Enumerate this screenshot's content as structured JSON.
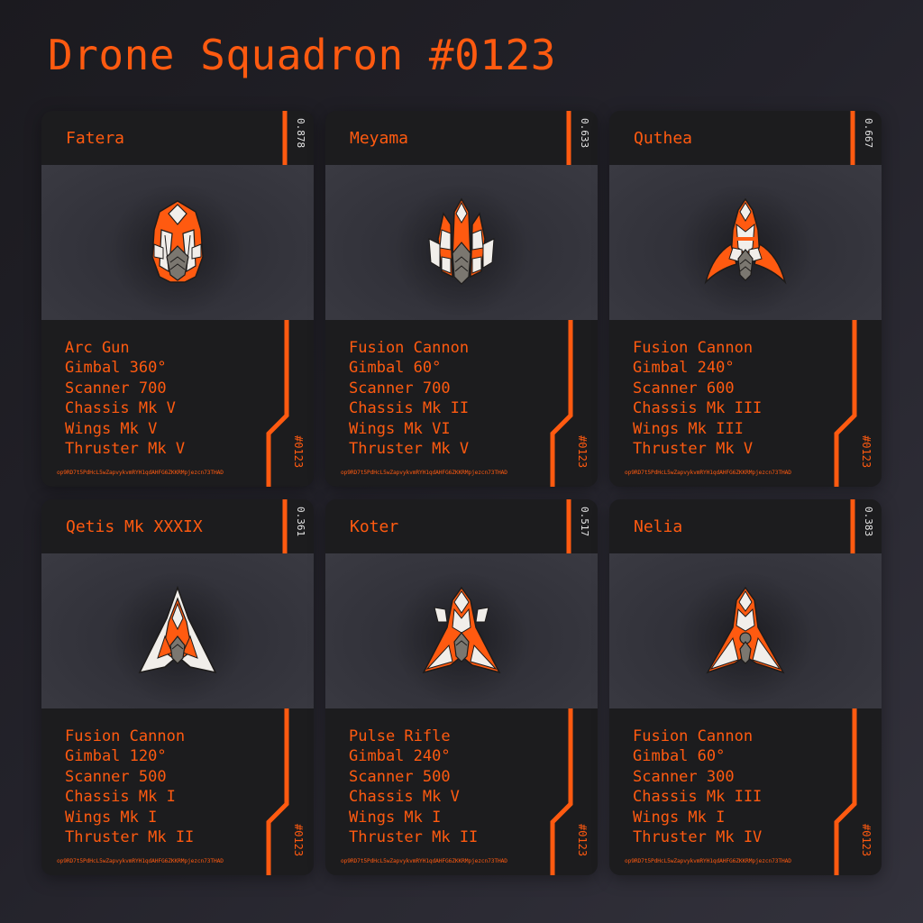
{
  "title": "Drone Squadron #0123",
  "accent_color": "#ff5a10",
  "cards": [
    {
      "name": "Fatera",
      "score": "0.878",
      "specs": [
        "Arc Gun",
        "Gimbal 360°",
        "Scanner 700",
        "Chassis Mk V",
        "Wings Mk V",
        "Thruster Mk V"
      ],
      "serial": "op9RD7t5PdHcL5wZapvykvmRYH1qdAHFG6ZKKRMpjezcn73THAD",
      "tag": "#0123",
      "ship_variant": "oval-striped"
    },
    {
      "name": "Meyama",
      "score": "0.633",
      "specs": [
        "Fusion Cannon",
        "Gimbal 60°",
        "Scanner 700",
        "Chassis Mk II",
        "Wings Mk VI",
        "Thruster Mk V"
      ],
      "serial": "op9RD7t5PdHcL5wZapvykvmRYH1qdAHFG6ZKKRMpjezcn73THAD",
      "tag": "#0123",
      "ship_variant": "tri-prong"
    },
    {
      "name": "Quthea",
      "score": "0.667",
      "specs": [
        "Fusion Cannon",
        "Gimbal 240°",
        "Scanner 600",
        "Chassis Mk III",
        "Wings Mk III",
        "Thruster Mk V"
      ],
      "serial": "op9RD7t5PdHcL5wZapvykvmRYH1qdAHFG6ZKKRMpjezcn73THAD",
      "tag": "#0123",
      "ship_variant": "curved-wing"
    },
    {
      "name": "Qetis Mk XXXIX",
      "score": "0.361",
      "specs": [
        "Fusion Cannon",
        "Gimbal 120°",
        "Scanner 500",
        "Chassis Mk I",
        "Wings Mk I",
        "Thruster Mk II"
      ],
      "serial": "op9RD7t5PdHcL5wZapvykvmRYH1qdAHFG6ZKKRMpjezcn73THAD",
      "tag": "#0123",
      "ship_variant": "delta"
    },
    {
      "name": "Koter",
      "score": "0.517",
      "specs": [
        "Pulse Rifle",
        "Gimbal 240°",
        "Scanner 500",
        "Chassis Mk V",
        "Wings Mk I",
        "Thruster Mk II"
      ],
      "serial": "op9RD7t5PdHcL5wZapvykvmRYH1qdAHFG6ZKKRMpjezcn73THAD",
      "tag": "#0123",
      "ship_variant": "delta-pods"
    },
    {
      "name": "Nelia",
      "score": "0.383",
      "specs": [
        "Fusion Cannon",
        "Gimbal 60°",
        "Scanner 300",
        "Chassis Mk III",
        "Wings Mk I",
        "Thruster Mk IV"
      ],
      "serial": "op9RD7t5PdHcL5wZapvykvmRYH1qdAHFG6ZKKRMpjezcn73THAD",
      "tag": "#0123",
      "ship_variant": "delta-round"
    }
  ]
}
